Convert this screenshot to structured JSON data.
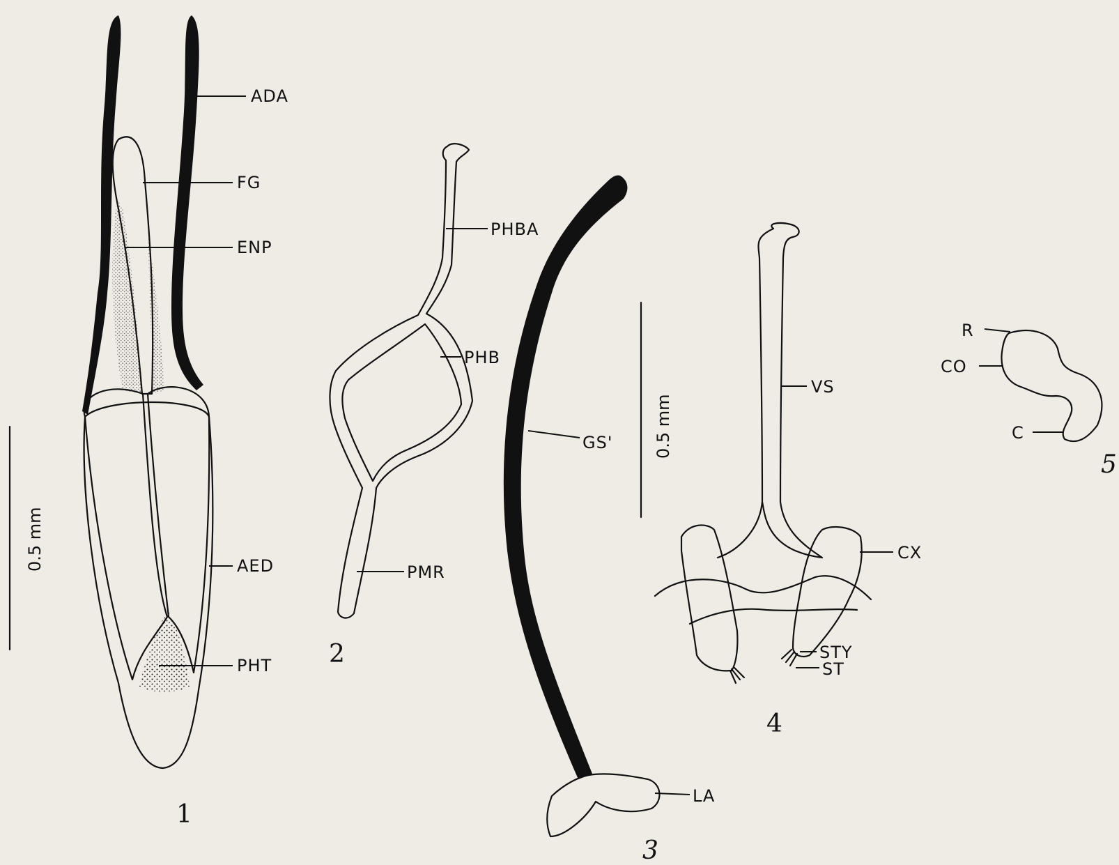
{
  "scale_bars": {
    "fig1": "0.5 mm",
    "fig4": "0.5 mm"
  },
  "figures": {
    "fig1": {
      "number": "1",
      "labels": {
        "ada": "ADA",
        "fg": "FG",
        "enp": "ENP",
        "aed": "AED",
        "pht": "PHT"
      }
    },
    "fig2": {
      "number": "2",
      "labels": {
        "phba": "PHBA",
        "phb": "PHB",
        "pmr": "PMR"
      }
    },
    "fig3": {
      "number": "3",
      "labels": {
        "gs": "GS'",
        "la": "LA"
      }
    },
    "fig4": {
      "number": "4",
      "labels": {
        "vs": "VS",
        "cx": "CX",
        "sty": "STY",
        "st": "ST"
      }
    },
    "fig5": {
      "number": "5",
      "labels": {
        "r": "R",
        "co": "CO",
        "c": "C"
      }
    }
  },
  "colors": {
    "background": "#efece6",
    "ink": "#111111"
  }
}
